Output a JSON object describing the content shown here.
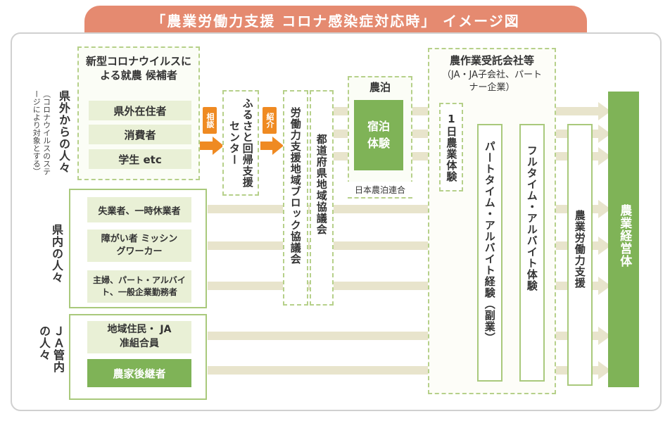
{
  "title": "「農業労働力支援 コロナ感染症対応時」 イメージ図",
  "left_groups": {
    "outside_prefecture": {
      "label": "県外からの人々",
      "note": "（コロナウイルスのステージにより対象とする）"
    },
    "inside_prefecture": {
      "label": "県内の人々"
    },
    "ja_area": {
      "label": "ＪＡ管内の人々"
    }
  },
  "candidates_box": {
    "title": "新型コロナウイルスによる就農 候補者",
    "items": [
      "県外在住者",
      "消費者",
      "学生 etc"
    ]
  },
  "inside_items": [
    "失業者、一時休業者",
    "障がい者 ミッシングワーカー",
    "主婦、パート・アルバイト、一般企業勤務者"
  ],
  "ja_items": [
    "地域住民・ JA准組合員",
    "農家後継者"
  ],
  "badges": {
    "consult": "相談",
    "introduce": "紹介"
  },
  "columns": {
    "furusato": "ふるさと回帰支援センター",
    "block_council": "労働力支援地域ブロック協議会",
    "pref_council": "都道府県地域協議会"
  },
  "noupaku": {
    "title": "農泊",
    "experience": "宿泊体験",
    "federation": "日本農泊連合"
  },
  "contractor": {
    "title": "農作業受託会社等",
    "subtitle": "（JA・JA子会社、パートナー企業）"
  },
  "programs": [
    "1日農業体験",
    "パートタイム・アルバイト経験（副業）",
    "フルタイム・アルバイト体験",
    "農業労働力支援"
  ],
  "destination": "農業経営体",
  "colors": {
    "banner": "#e58a70",
    "green": "#7fb357",
    "pale_green": "#e9f0d6",
    "band": "#e8e4cc",
    "badge": "#ef8a22"
  }
}
